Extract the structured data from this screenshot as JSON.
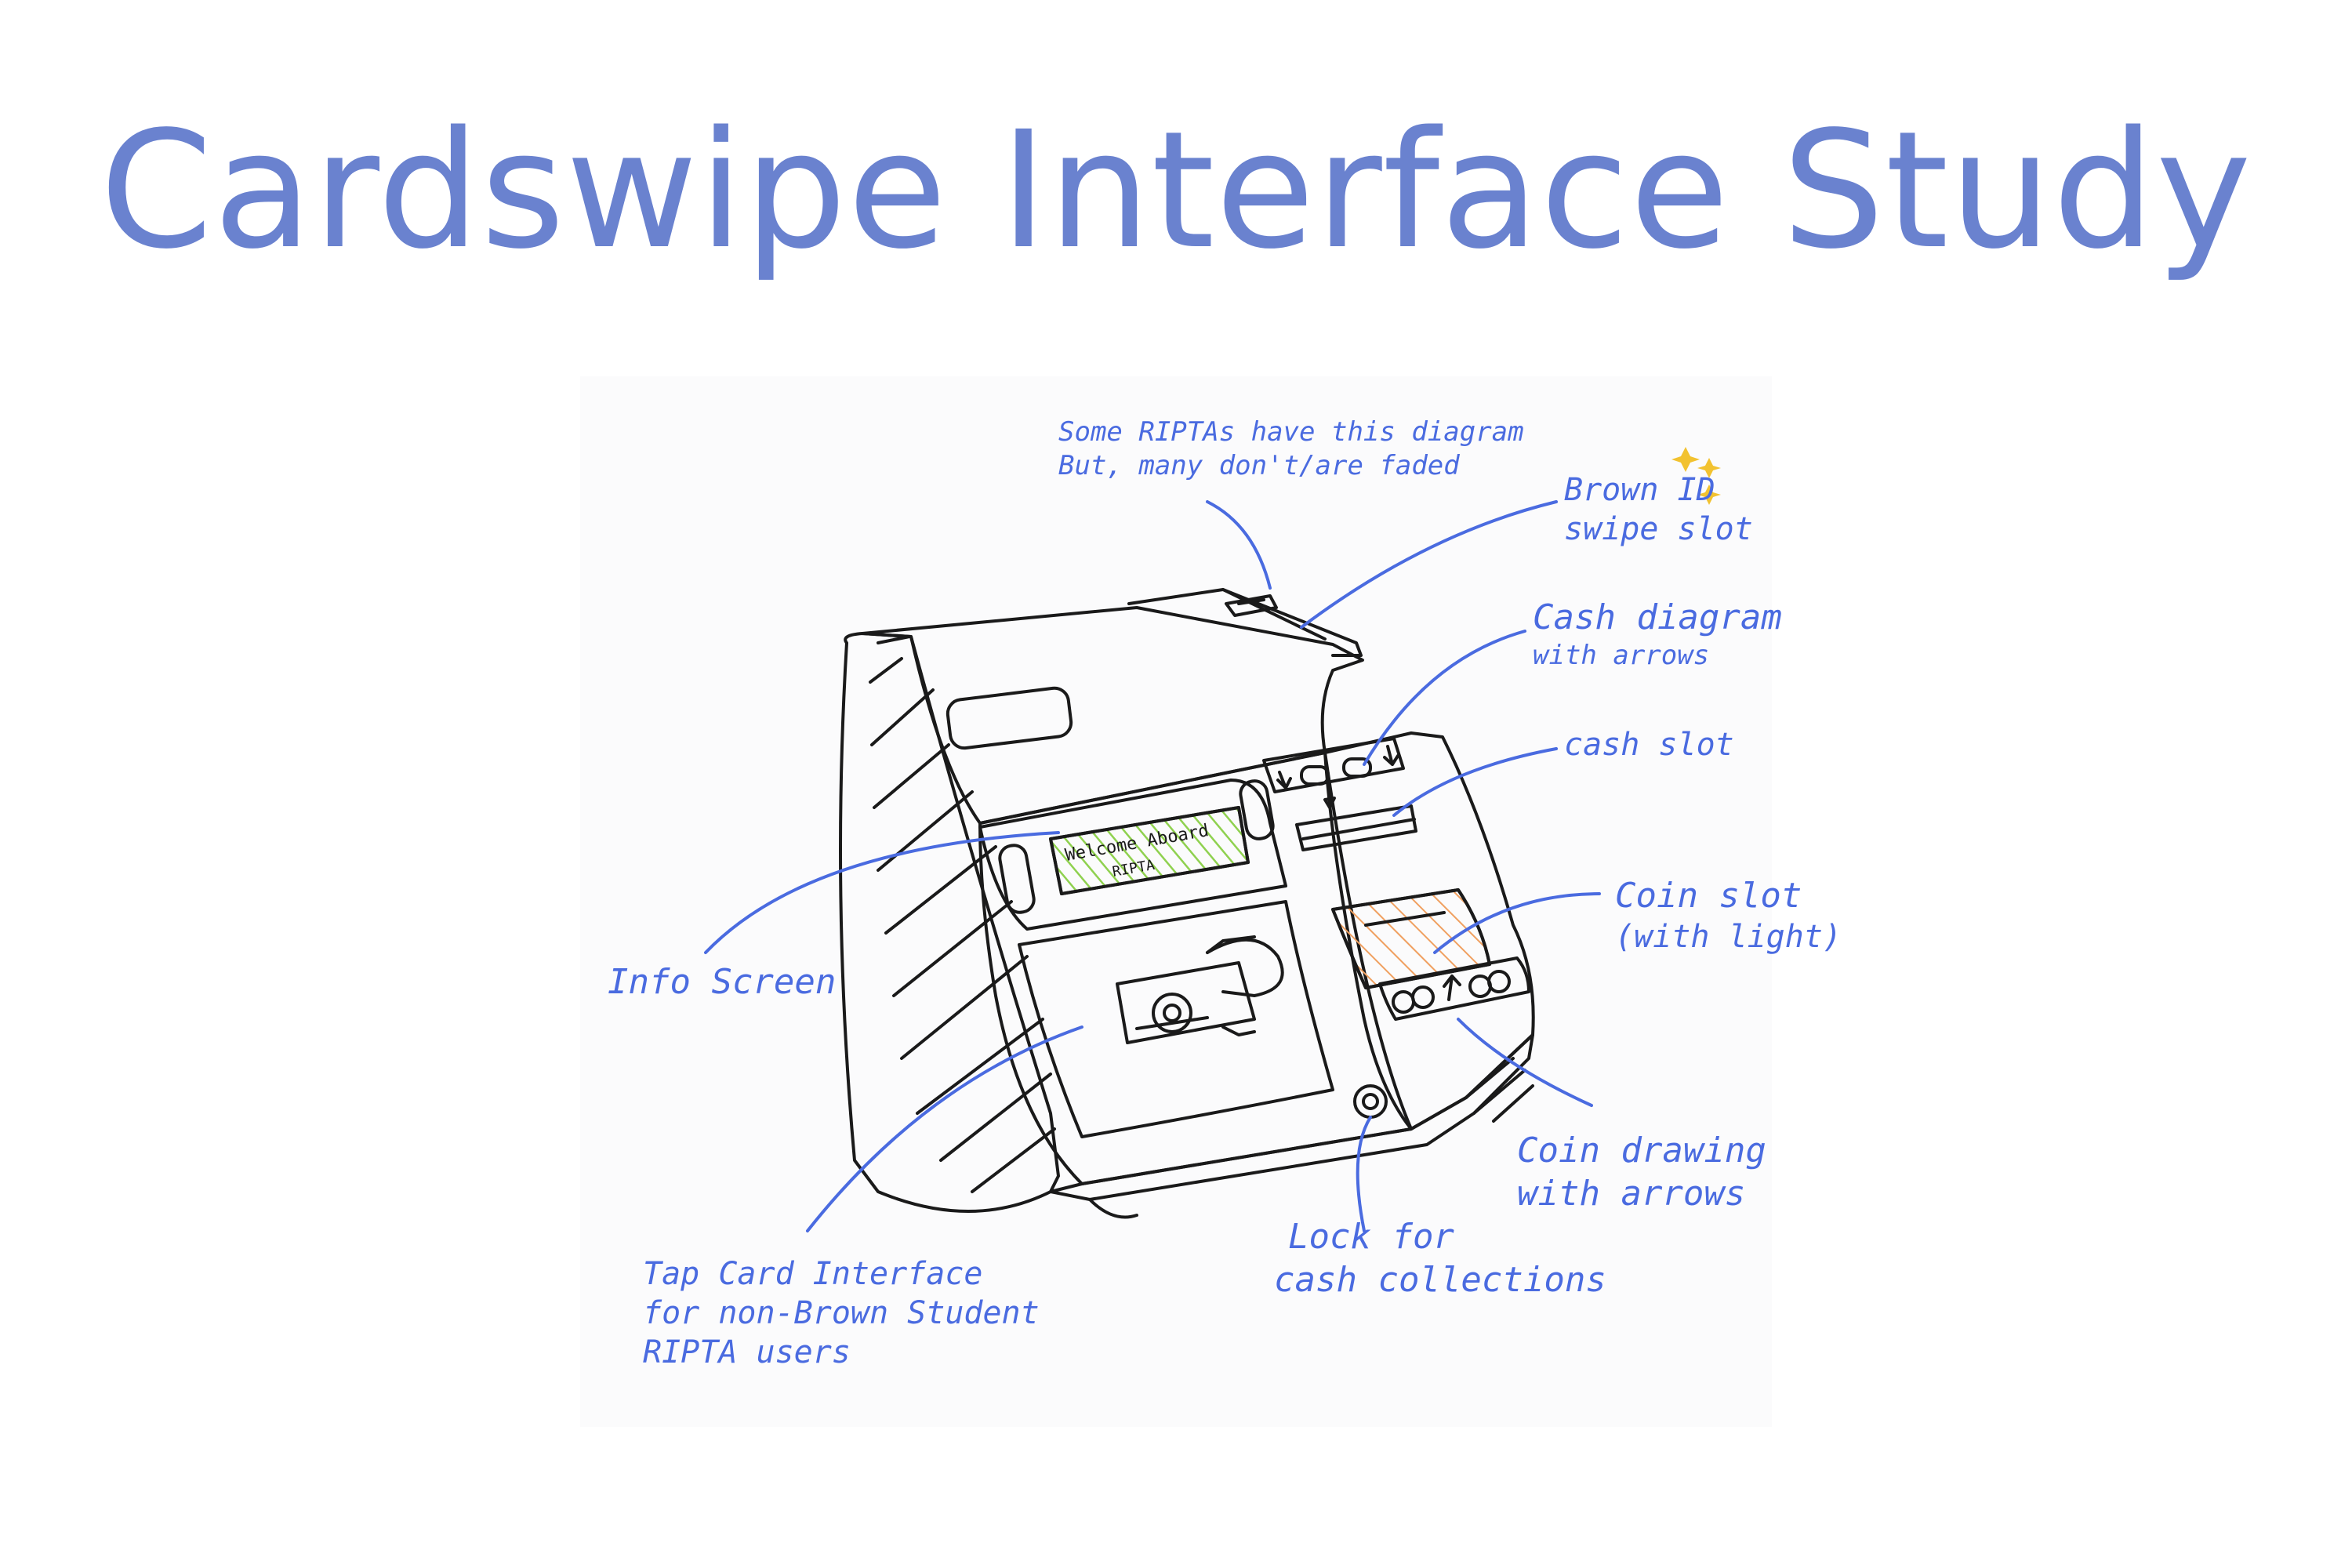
{
  "title": "Cardswipe Interface Study",
  "screen_text": {
    "line1": "Welcome Aboard",
    "line2": "RIPTA"
  },
  "labels": {
    "diagram_note": {
      "line1": "Some RIPTAs have this diagram",
      "line2": "But, many don't/are faded"
    },
    "brown_id": {
      "line1": "Brown ID",
      "line2": "swipe slot"
    },
    "cash_diagram": {
      "line1": "Cash diagram",
      "line2": "with arrows"
    },
    "cash_slot": {
      "line1": "cash slot"
    },
    "coin_slot": {
      "line1": "Coin slot",
      "line2": "(with light)"
    },
    "info_screen": {
      "line1": "Info Screen"
    },
    "coin_drawing": {
      "line1": "Coin drawing",
      "line2": "with arrows"
    },
    "lock": {
      "line1": "Lock for",
      "line2": "cash collections"
    },
    "tap_card": {
      "line1": "Tap Card Interface",
      "line2": "for non-Brown Student",
      "line3": "RIPTA users"
    }
  },
  "colors": {
    "title": "#6a82cf",
    "annotation": "#4a6be0",
    "sketch": "#1a1a1a",
    "screen_hatch": "#8fd14f",
    "coin_hatch": "#f0a060",
    "sparkle": "#f2c230"
  }
}
